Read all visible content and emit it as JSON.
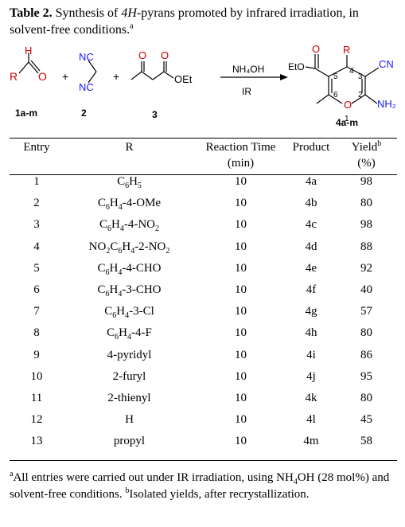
{
  "caption": {
    "label": "Table 2.",
    "text_before": " Synthesis of ",
    "italic": "4H",
    "text_after": "-pyrans promoted by infrared irradiation, in solvent-free conditions.",
    "mark": "a"
  },
  "scheme": {
    "aldehyde_h": "H",
    "aldehyde_r": "R",
    "aldehyde_o": "O",
    "label_1": "1a-m",
    "plus": "+",
    "nitrile_top": "NC",
    "nitrile_bottom": "NC",
    "label_2": "2",
    "ester_ketone_o": "O",
    "ester_o": "O",
    "ester_oet": "OEt",
    "label_3": "3",
    "reagent": "NH₄OH",
    "condition": "IR",
    "product_o": "O",
    "product_eto": "EtO",
    "product_r": "R",
    "product_cn": "CN",
    "product_nh2": "NH₂",
    "ring_o": "O",
    "pos_1": "1",
    "pos_2": "2",
    "pos_3": "3",
    "pos_4": "4",
    "pos_5": "5",
    "pos_6": "6",
    "label_4": "4a-m",
    "colors": {
      "r_group": "#d00000",
      "carbonyl_o": "#d00000",
      "nitrogen": "#1a1aff",
      "ink": "#000000"
    }
  },
  "table": {
    "headers": {
      "entry": "Entry",
      "r": "R",
      "time_line1": "Reaction Time",
      "time_line2": "(min)",
      "product": "Product",
      "yield_line1": "Yield",
      "yield_mark": "b",
      "yield_line2": "(%)"
    },
    "rows": [
      {
        "entry": "1",
        "r": [
          [
            "C",
            ""
          ],
          [
            "6",
            "sub"
          ],
          [
            "H",
            ""
          ],
          [
            "5",
            "sub"
          ]
        ],
        "time": "10",
        "product": "4a",
        "yield": "98"
      },
      {
        "entry": "2",
        "r": [
          [
            "C",
            ""
          ],
          [
            "6",
            "sub"
          ],
          [
            "H",
            ""
          ],
          [
            "4",
            "sub"
          ],
          [
            "-4-OMe",
            ""
          ]
        ],
        "time": "10",
        "product": "4b",
        "yield": "80"
      },
      {
        "entry": "3",
        "r": [
          [
            "C",
            ""
          ],
          [
            "6",
            "sub"
          ],
          [
            "H",
            ""
          ],
          [
            "4",
            "sub"
          ],
          [
            "-4-NO",
            ""
          ],
          [
            "2",
            "sub"
          ]
        ],
        "time": "10",
        "product": "4c",
        "yield": "98"
      },
      {
        "entry": "4",
        "r": [
          [
            "NO",
            ""
          ],
          [
            "2",
            "sub"
          ],
          [
            "C",
            ""
          ],
          [
            "6",
            "sub"
          ],
          [
            "H",
            ""
          ],
          [
            "4",
            "sub"
          ],
          [
            "-2-NO",
            ""
          ],
          [
            "2",
            "sub"
          ]
        ],
        "time": "10",
        "product": "4d",
        "yield": "88"
      },
      {
        "entry": "5",
        "r": [
          [
            "C",
            ""
          ],
          [
            "6",
            "sub"
          ],
          [
            "H",
            ""
          ],
          [
            "4",
            "sub"
          ],
          [
            "-4-CHO",
            ""
          ]
        ],
        "time": "10",
        "product": "4e",
        "yield": "92"
      },
      {
        "entry": "6",
        "r": [
          [
            "C",
            ""
          ],
          [
            "6",
            "sub"
          ],
          [
            "H",
            ""
          ],
          [
            "4",
            "sub"
          ],
          [
            "-3-CHO",
            ""
          ]
        ],
        "time": "10",
        "product": "4f",
        "yield": "40"
      },
      {
        "entry": "7",
        "r": [
          [
            "C",
            ""
          ],
          [
            "6",
            "sub"
          ],
          [
            "H",
            ""
          ],
          [
            "4",
            "sub"
          ],
          [
            "-3-Cl",
            ""
          ]
        ],
        "time": "10",
        "product": "4g",
        "yield": "57"
      },
      {
        "entry": "8",
        "r": [
          [
            "C",
            ""
          ],
          [
            "6",
            "sub"
          ],
          [
            "H",
            ""
          ],
          [
            "4",
            "sub"
          ],
          [
            "-4-F",
            ""
          ]
        ],
        "time": "10",
        "product": "4h",
        "yield": "80"
      },
      {
        "entry": "9",
        "r": [
          [
            "4-pyridyl",
            ""
          ]
        ],
        "time": "10",
        "product": "4i",
        "yield": "86"
      },
      {
        "entry": "10",
        "r": [
          [
            "2-furyl",
            ""
          ]
        ],
        "time": "10",
        "product": "4j",
        "yield": "95"
      },
      {
        "entry": "11",
        "r": [
          [
            "2-thienyl",
            ""
          ]
        ],
        "time": "10",
        "product": "4k",
        "yield": "80"
      },
      {
        "entry": "12",
        "r": [
          [
            "H",
            ""
          ]
        ],
        "time": "10",
        "product": "4l",
        "yield": "45"
      },
      {
        "entry": "13",
        "r": [
          [
            "propyl",
            ""
          ]
        ],
        "time": "10",
        "product": "4m",
        "yield": "58"
      }
    ]
  },
  "footnote": {
    "mark_a": "a",
    "text_a1": "All entries were carried out under IR irradiation, using NH",
    "sub_4": "4",
    "text_a2": "OH (28 mol%) and solvent-free conditions. ",
    "mark_b": "b",
    "text_b": "Isolated yields, after recrystallization."
  }
}
